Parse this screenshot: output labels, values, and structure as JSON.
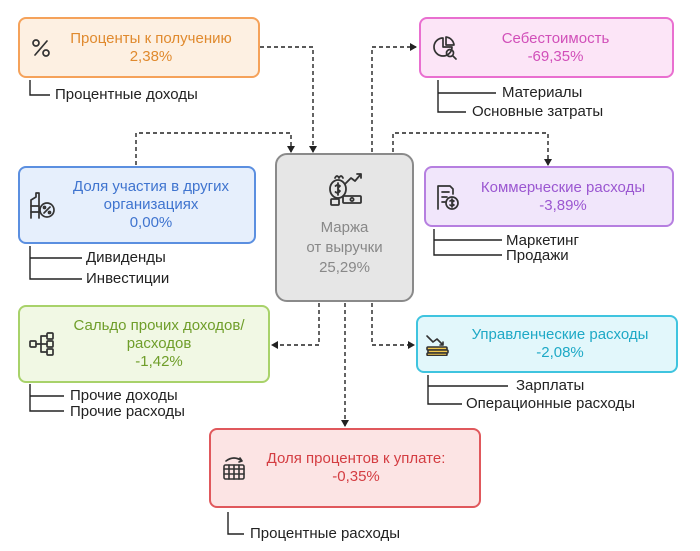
{
  "center": {
    "line1": "Маржа",
    "line2": "от выручки",
    "value": "25,29%"
  },
  "nodes": {
    "interest_receivable": {
      "title": "Проценты к получению",
      "value": "2,38%",
      "color": "#f5a25a",
      "fill": "#fdf0e2",
      "icon": "percent-icon",
      "items": [
        "Процентные доходы"
      ]
    },
    "cost": {
      "title": "Себестоимость",
      "value": "-69,35%",
      "color": "#e96fd0",
      "fill": "#fce5f7",
      "icon": "pie-magnifier-icon",
      "items": [
        "Материалы",
        "Основные затраты"
      ]
    },
    "equity_share": {
      "title": "Доля участия в других организациях",
      "value": "0,00%",
      "color": "#5b8fe0",
      "fill": "#e6effc",
      "icon": "percent-building-icon",
      "items": [
        "Дивиденды",
        "Инвестиции"
      ]
    },
    "commercial": {
      "title": "Коммерческие расходы",
      "value": "-3,89%",
      "color": "#b67fe0",
      "fill": "#f1e6fb",
      "icon": "invoice-dollar-icon",
      "items": [
        "Маркетинг",
        "Продажи"
      ]
    },
    "other_balance": {
      "title": "Сальдо прочих доходов/ расходов",
      "value": "-1,42%",
      "color": "#a8d26a",
      "fill": "#f1f8e4",
      "icon": "hierarchy-icon",
      "items": [
        "Прочие доходы",
        "Прочие расходы"
      ]
    },
    "management": {
      "title": "Управленческие расходы",
      "value": "-2,08%",
      "color": "#3fc4df",
      "fill": "#e2f7fb",
      "icon": "money-chart-icon",
      "items": [
        "Зарплаты",
        "Операционные расходы"
      ]
    },
    "interest_payable": {
      "title": "Доля процентов к уплате:",
      "value": "-0,35%",
      "color": "#e0585c",
      "fill": "#fce4e4",
      "icon": "calendar-transfer-icon",
      "items": [
        "Процентные расходы"
      ]
    }
  }
}
